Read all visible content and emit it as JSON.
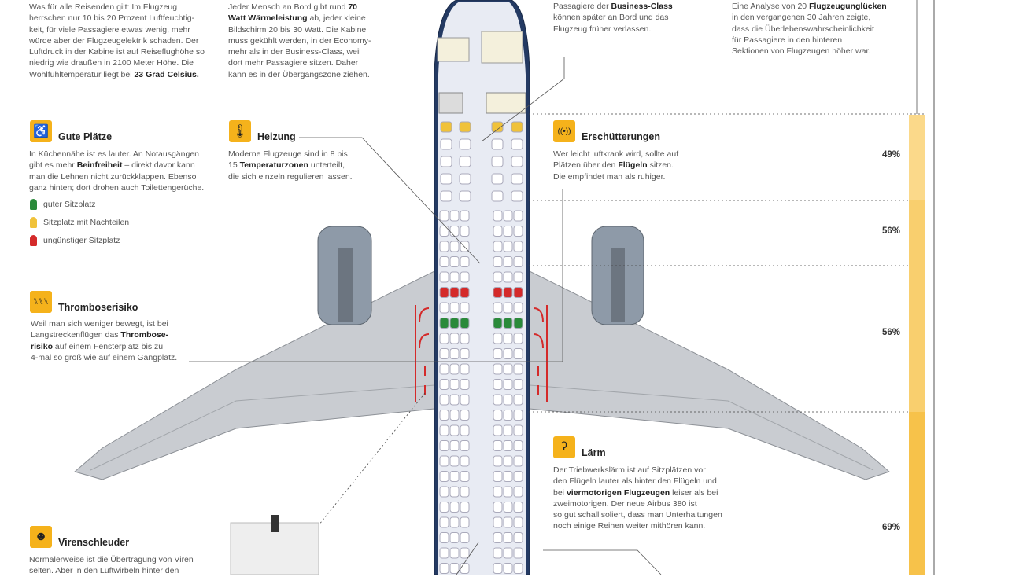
{
  "intro": {
    "climate": [
      "Was für alle Reisenden gilt: Im Flugzeug",
      "herrschen nur 10 bis 20 Prozent Luftfeuchtig-",
      "keit, für viele Passagiere etwas wenig, mehr",
      "würde aber der Flugzeugelektrik schaden. Der",
      "Luftdruck in der Kabine ist auf Reiseflughöhe so",
      "niedrig wie draußen in 2100 Meter Höhe. Die"
    ],
    "climate_last": "Wohlfühltemperatur liegt bei ",
    "climate_bold": "23 Grad Celsius.",
    "heat_a": "Jeder Mensch an Bord gibt rund ",
    "heat_bold1": "70",
    "heat_bold2": "Watt Wärmeleistung",
    "heat_b": " ab, jeder kleine",
    "heat_rest": [
      "Bildschirm 20 bis 30 Watt. Die Kabine",
      "muss gekühlt werden, in der Economy-",
      "mehr als in der Business-Class, weil",
      "dort mehr Passagiere sitzen. Daher",
      "kann es in der Übergangszone ziehen."
    ],
    "business_a": "Passagiere der ",
    "business_bold": "Business-Class",
    "business_rest": [
      "können später an Bord und das",
      "Flugzeug früher verlassen."
    ],
    "analysis_a": "Eine Analyse von 20 ",
    "analysis_bold": "Flugzeugunglücken",
    "analysis_rest": [
      "in den vergangenen 30 Jahren zeigte,",
      "dass die Überlebenswahrscheinlichkeit",
      "für Passagiere in den hinteren",
      "Sektionen von Flugzeugen höher war."
    ]
  },
  "sections": {
    "gute_plaetze": {
      "title": "Gute Plätze",
      "l1": "In Küchennähe ist es lauter. An Notausgängen",
      "l2a": "gibt es mehr ",
      "l2b": "Beinfreiheit",
      "l2c": " – direkt davor kann",
      "l3": "man die Lehnen nicht zurückklappen. Ebenso",
      "l4": "ganz hinten; dort drohen auch Toilettengerüche."
    },
    "heizung": {
      "title": "Heizung",
      "l1": "Moderne Flugzeuge sind in 8 bis",
      "l2a": "15 ",
      "l2b": "Temperaturzonen",
      "l2c": " unterteilt,",
      "l3": "die sich einzeln regulieren lassen."
    },
    "erschuetterungen": {
      "title": "Erschütterungen",
      "l1": "Wer leicht luftkrank wird, sollte auf",
      "l2a": "Plätzen über den ",
      "l2b": "Flügeln",
      "l2c": " sitzen.",
      "l3": "Die empfindet man als ruhiger."
    },
    "thrombose": {
      "title": "Thromboserisiko",
      "l1": "Weil man sich weniger bewegt, ist bei",
      "l2a": "Langstreckenflügen das ",
      "l2b": "Thrombose-",
      "l3a": "risiko",
      "l3b": " auf einem Fensterplatz bis zu",
      "l4": "4-mal so groß wie auf einem Gangplatz."
    },
    "laerm": {
      "title": "Lärm",
      "l1": "Der Triebwerkslärm ist auf Sitzplätzen vor",
      "l2": "den Flügeln lauter als hinter den Flügeln und",
      "l3a": "bei ",
      "l3b": "viermotorigen Flugzeugen",
      "l3c": " leiser als bei",
      "l4": "zweimotorigen. Der neue Airbus 380 ist",
      "l5": "so gut schallisoliert, dass man Unterhaltungen",
      "l6": "noch einige Reihen weiter mithören kann."
    },
    "viren": {
      "title": "Virenschleuder",
      "l1": "Normalerweise ist die Übertragung von Viren",
      "l2": "selten. Aber in den Luftwirbeln hinter den"
    }
  },
  "legend": [
    {
      "label": "guter Sitzplatz",
      "color": "#2a8a3a"
    },
    {
      "label": "Sitzplatz mit Nachteilen",
      "color": "#f0c23a"
    },
    {
      "label": "ungünstiger Sitzplatz",
      "color": "#d42a2a"
    }
  ],
  "survival": [
    {
      "value": "49%",
      "fraction": 0.49
    },
    {
      "value": "56%",
      "fraction": 0.56
    },
    {
      "value": "56%",
      "fraction": 0.56
    },
    {
      "value": "69%",
      "fraction": 0.69
    }
  ],
  "colors": {
    "accent": "#f5b21b",
    "bar_light": "#fbd98a",
    "bar_dark": "#f7c24a"
  }
}
